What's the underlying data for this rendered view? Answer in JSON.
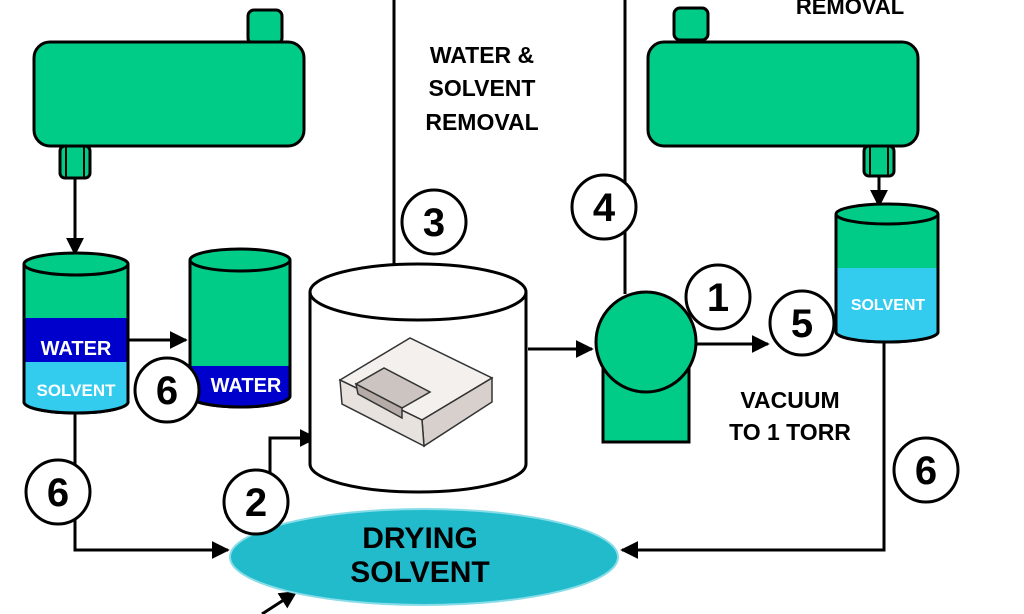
{
  "labels": {
    "top_right_cut": "REMOVAL",
    "water_solvent_removal": [
      "WATER &",
      "SOLVENT",
      "REMOVAL"
    ],
    "tank_left_water": "WATER",
    "tank_left_solvent": "SOLVENT",
    "tank_mid_water": "WATER",
    "tank_right_solvent": "SOLVENT",
    "vacuum": [
      "VACUUM",
      "TO 1 TORR"
    ],
    "drying_solvent": [
      "DRYING",
      "SOLVENT"
    ]
  },
  "steps": {
    "step_1": "1",
    "step_2": "2",
    "step_3": "3",
    "step_4": "4",
    "step_5": "5",
    "step_6a": "6",
    "step_6b": "6",
    "step_6c": "6"
  },
  "colors": {
    "green": "#00cc88",
    "blue": "#0000cc",
    "cyan_solvent": "#33ccee",
    "drying_ellipse": "#22bbcc",
    "stroke": "#000000"
  }
}
